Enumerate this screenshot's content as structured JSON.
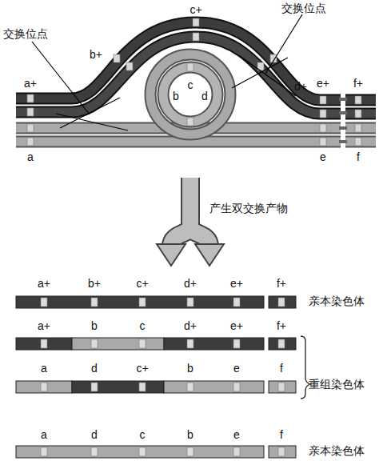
{
  "diagram": {
    "labels": [
      "c+",
      "交换位点",
      "交换位点",
      "b+",
      "d+",
      "a+",
      "e+",
      "f+",
      "b",
      "c",
      "d",
      "a",
      "e",
      "f",
      "产生双交换产物",
      "a+",
      "b+",
      "c+",
      "d+",
      "e+",
      "f+",
      "亲本染色体",
      "a+",
      "b",
      "c",
      "d+",
      "e+",
      "f+",
      "a",
      "d",
      "c+",
      "b",
      "e",
      "f",
      "重组染色体",
      "a",
      "d",
      "c",
      "b",
      "e",
      "f",
      "亲本染色体"
    ]
  }
}
